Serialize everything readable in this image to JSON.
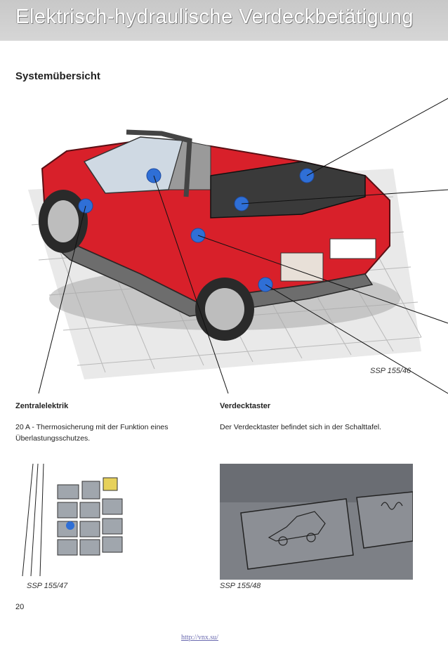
{
  "header": {
    "title": "Elektrisch-hydraulische Verdeckbetätigung"
  },
  "section": {
    "title": "Systemübersicht"
  },
  "main_figure": {
    "caption": "SSP 155/46"
  },
  "left_column": {
    "heading": "Zentralelektrik",
    "text_line1": "20 A - Thermosicherung mit der Funktion eines",
    "text_line2": "Überlastungsschutzes.",
    "figure_caption": "SSP 155/47"
  },
  "right_column": {
    "heading": "Verdecktaster",
    "text": "Der Verdecktaster befindet sich in der Schalttafel.",
    "figure_caption": "SSP 155/48"
  },
  "footer": {
    "page_number": "20",
    "url": "http://vnx.su/"
  },
  "colors": {
    "car_red": "#d8202a",
    "marker_blue": "#2f6fd6",
    "header_gray": "#cfcfcf"
  }
}
